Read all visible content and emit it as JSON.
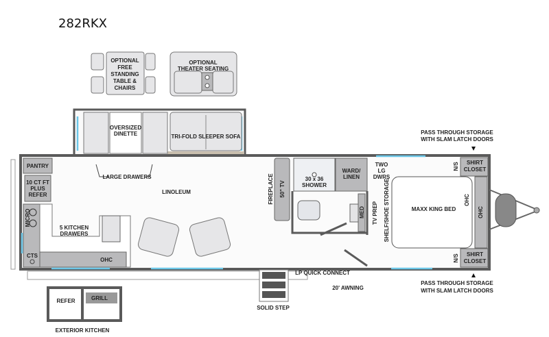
{
  "title": "282RKX",
  "labels": {
    "optional_table": [
      "OPTIONAL",
      "FREE",
      "STANDING",
      "TABLE &",
      "CHAIRS"
    ],
    "optional_theater": [
      "OPTIONAL",
      "THEATER SEATING"
    ],
    "dinette": [
      "OVERSIZED",
      "DINETTE"
    ],
    "sofa": "TRI-FOLD SLEEPER SOFA",
    "large_drawers": "LARGE DRAWERS",
    "pantry": "PANTRY",
    "refer": [
      "10 CT FT",
      "PLUS",
      "REFER"
    ],
    "micro": "MICRO",
    "kitchen_drawers": [
      "5 KITCHEN",
      "DRAWERS"
    ],
    "cts": "CTS",
    "ohc_kitchen": "OHC",
    "linoleum": "LINOLEUM",
    "fireplace": "FIREPLACE",
    "tv": "50\" TV",
    "shower": [
      "30 x 36",
      "SHOWER"
    ],
    "ward": [
      "WARD/",
      "LINEN"
    ],
    "two_lg_dwrs": [
      "TWO",
      "LG",
      "DWRS"
    ],
    "med": "MED",
    "tv_prep": "TV PREP",
    "shelf_storage": "SHELF/SHOE STORAGE",
    "bed": "MAXX KING BED",
    "ohc_bed": "OHC",
    "ohc_front": "OHC",
    "ns_top": "N/S",
    "ns_bottom": "N/S",
    "shirt_closet_top": [
      "SHIRT",
      "CLOSET"
    ],
    "shirt_closet_bottom": [
      "SHIRT",
      "CLOSET"
    ],
    "pass_through_top": [
      "PASS THROUGH STORAGE",
      "WITH SLAM LATCH DOORS"
    ],
    "pass_through_bottom": [
      "PASS THROUGH STORAGE",
      "WITH SLAM LATCH DOORS"
    ],
    "lp_quick_connect": "LP QUICK CONNECT",
    "awning": "20' AWNING",
    "solid_step": "SOLID STEP",
    "ext_refer": "REFER",
    "ext_grill": "GRILL",
    "exterior_kitchen": "EXTERIOR KITCHEN"
  },
  "colors": {
    "wall": "#5a5a5a",
    "window": "#6cc7e8",
    "cabinet": "#b9b9bb",
    "floor_carpet": "#c9bfae"
  }
}
